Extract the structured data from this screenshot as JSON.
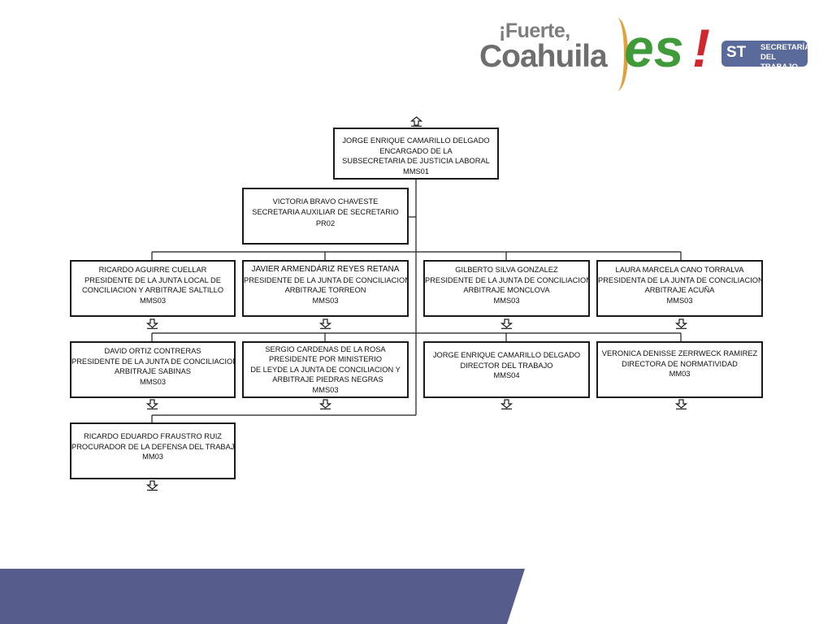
{
  "header": {
    "logo_line1": "¡Fuerte,",
    "logo_line2": "Coahuila",
    "logo_es": "es",
    "logo_excl": "!",
    "badge_short": "ST",
    "badge_line1": "SECRETARÍA",
    "badge_line2": "DEL TRABAJO"
  },
  "nodes": {
    "root": {
      "name": "JORGE ENRIQUE CAMARILLO DELGADO",
      "line1": "ENCARGADO DE LA",
      "line2": "SUBSECRETARIA DE JUSTICIA LABORAL",
      "code": "MMS01"
    },
    "assistant": {
      "name": "VICTORIA BRAVO CHAVESTE",
      "line1": "SECRETARIA AUXILIAR DE SECRETARIO",
      "code": "PR02"
    },
    "n1": {
      "name": "RICARDO AGUIRRE CUELLAR",
      "line1": "PRESIDENTE DE LA JUNTA LOCAL DE",
      "line2": "CONCILIACION Y ARBITRAJE SALTILLO",
      "code": "MMS03"
    },
    "n2": {
      "name": "JAVIER ARMENDÁRIZ REYES RETANA",
      "line1": "PRESIDENTE DE LA JUNTA DE CONCILIACION Y",
      "line2": "ARBITRAJE TORREON",
      "code": "MMS03"
    },
    "n3": {
      "name": "GILBERTO SILVA GONZALEZ",
      "line1": "PRESIDENTE DE LA JUNTA DE CONCILIACION Y",
      "line2": "ARBITRAJE MONCLOVA",
      "code": "MMS03"
    },
    "n4": {
      "name": "LAURA MARCELA CANO TORRALVA",
      "line1": "PRESIDENTA DE LA JUNTA DE CONCILIACION Y",
      "line2": "ARBITRAJE ACUÑA",
      "code": "MMS03"
    },
    "n5": {
      "name": "DAVID ORTIZ CONTRERAS",
      "line1": "PRESIDENTE DE LA JUNTA DE CONCILIACION Y",
      "line2": "ARBITRAJE SABINAS",
      "code": "MMS03"
    },
    "n6": {
      "name": "SERGIO  CARDENAS DE LA ROSA",
      "line1": "PRESIDENTE  POR MINISTERIO",
      "line2": "DE LEYDE LA JUNTA DE CONCILIACION Y",
      "line3": "ARBITRAJE PIEDRAS NEGRAS",
      "code": "MMS03"
    },
    "n7": {
      "name": "JORGE ENRIQUE CAMARILLO DELGADO",
      "line1": "DIRECTOR DEL TRABAJO",
      "code": "MMS04"
    },
    "n8": {
      "name": "VERONICA DENISSE ZERRWECK RAMIREZ",
      "line1": "DIRECTORA DE NORMATIVIDAD",
      "code": "MM03"
    },
    "n9": {
      "name": "RICARDO EDUARDO FRAUSTRO RUIZ",
      "line1": "PROCURADOR DE LA DEFENSA DEL TRABAJO",
      "code": "MM03"
    }
  },
  "colors": {
    "band": "#565d8d",
    "border": "#1a1a1a",
    "brand_green": "#3f9a3a",
    "brand_red": "#d0262d",
    "badge": "#5a6a9a"
  },
  "icons": {
    "expand_up": "expand-up-arrow-icon",
    "expand_down": "expand-down-arrow-icon"
  }
}
